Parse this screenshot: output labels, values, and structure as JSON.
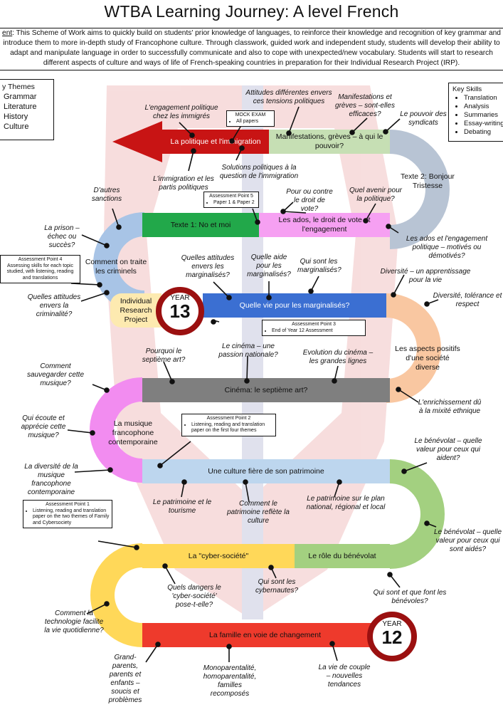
{
  "title": "WTBA Learning Journey: A level French",
  "intent": {
    "label": "ent",
    "text": ": This Scheme of Work aims to quickly build on students' prior knowledge of languages, to reinforce their knowledge and recognition of key grammar and introduce them to more in-depth study of Francophone culture. Through classwork, guided work and independent study, students will develop their ability to adapt and manipulate language in order to successfully communicate and also to cope with unexpected/new vocabulary. Students will start to research different aspects of culture and ways of life of French-speaking countries in preparation for their Individual Research Project (IRP)."
  },
  "key_themes": {
    "title": "y Themes",
    "items": [
      "Grammar",
      "Literature",
      "History",
      "Culture"
    ]
  },
  "key_skills": {
    "title": "Key Skills",
    "items": [
      "Translation",
      "Analysis",
      "Summaries",
      "Essay-writing",
      "Debating"
    ]
  },
  "colors": {
    "red": "#c81414",
    "green_light": "#c6dfb4",
    "grey_blue": "#b8c4d4",
    "green": "#22a84a",
    "pink": "#f6a0f2",
    "light_blue": "#a8c4e6",
    "cream": "#fdeab0",
    "blue": "#3b6fd2",
    "peach": "#f9c7a1",
    "grey": "#7f7f7f",
    "magenta": "#f28cf0",
    "pale_blue": "#bdd6ee",
    "green2": "#a3d080",
    "yellow": "#ffd859",
    "red2": "#ee3a2c"
  },
  "segments": {
    "politique": "La politique et l'immigration",
    "manifestations": "Manifestations, grèves – à qui le pouvoir?",
    "texte2": "Texte 2: Bonjour Tristesse",
    "texte1": "Texte 1: No et moi",
    "ados": "Les ados, le droit de vote et l'engagement",
    "criminels": "Comment on traite les criminels",
    "irp": "Individual Research Project",
    "marginalises": "Quelle vie pour les marginalisés?",
    "aspects": "Les aspects positifs d'une société diverse",
    "cinema": "Cinéma: le septième art?",
    "musique": "La musique francophone contemporaine",
    "patrimoine": "Une culture fière de son patrimoine",
    "benevolat": "Le rôle du bénévolat",
    "cyber": "La \"cyber-société\"",
    "famille": "La famille en voie de changement"
  },
  "year13": {
    "label": "YEAR",
    "number": "13"
  },
  "year12": {
    "label": "YEAR",
    "number": "12"
  },
  "assessments": {
    "mock": {
      "title": "MOCK EXAM",
      "items": [
        "All papers"
      ]
    },
    "ap5": {
      "title": "Assessment Point 5",
      "items": [
        "Paper 1 & Paper 2"
      ]
    },
    "ap4": {
      "title": "Assessment Point 4",
      "text": "Assessing skills for each topic studied, with listening, reading and translations"
    },
    "ap3": {
      "title": "Assessment Point 3",
      "items": [
        "End of Year 12 Assessment"
      ]
    },
    "ap2": {
      "title": "Assessment Point 2",
      "items": [
        "Listening, reading and translation paper on the first four themes"
      ]
    },
    "ap1": {
      "title": "Assessment Point 1",
      "items": [
        "Listening, reading and translation paper on the two themes of Family and Cybersociety"
      ]
    }
  },
  "annotations": [
    "L'engagement politique chez les immigrés",
    "Attitudes différentes envers ces tensions politiques",
    "Manifestations et grèves – sont-elles efficaces?",
    "Le pouvoir des syndicats",
    "L'immigration et les partis politiques",
    "Solutions politiques à la question de l'immigration",
    "D'autres sanctions",
    "Pour ou contre le droit de vote?",
    "Quel avenir pour la politique?",
    "La prison – échec ou succès?",
    "Les ados et l'engagement politique – motivés ou démotivés?",
    "Quelles attitudes envers les marginalisés?",
    "Quelle aide pour les marginalisés?",
    "Qui sont les marginalisés?",
    "Diversité – un apprentissage pour la vie",
    "Quelles attitudes envers la criminalité?",
    "Diversité, tolérance et respect",
    "Pourquoi le septième art?",
    "Le cinéma – une passion nationale?",
    "Evolution du cinéma – les grandes lignes",
    "Comment sauvegarder cette musique?",
    "L'enrichissement dû à la mixité ethnique",
    "Qui écoute et apprécie cette musique?",
    "Le bénévolat – quelle valeur pour ceux qui aident?",
    "La diversité de la musique francophone contemporaine",
    "Le patrimoine et le tourisme",
    "Comment le patrimoine reflète la culture",
    "Le patrimoine sur le plan national, régional et local",
    "Le bénévolat – quelle valeur pour ceux qui sont aidés?",
    "Quels dangers le 'cyber-société' pose-t-elle?",
    "Qui sont les cybernautes?",
    "Qui sont et que font les bénévoles?",
    "Comment la technologie facilite la vie quotidienne?",
    "Grand-parents, parents et enfants – soucis et problèmes",
    "Monoparentalité, homoparentalité, familles recomposés",
    "La vie de couple – nouvelles tendances"
  ]
}
